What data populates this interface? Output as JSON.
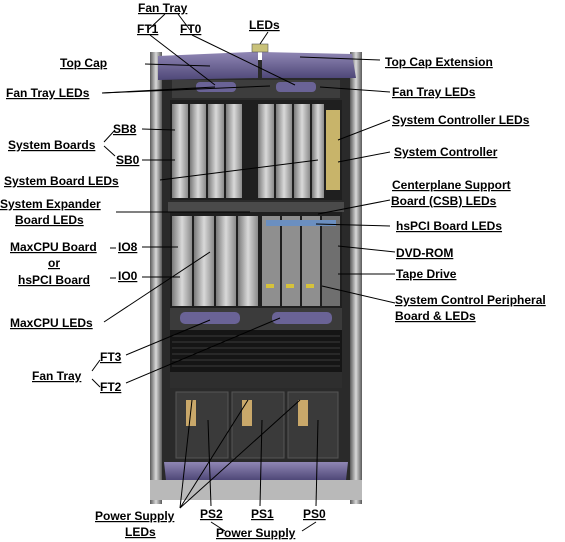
{
  "labels": {
    "fan_tray_top": "Fan Tray",
    "ft1": "FT1",
    "ft0": "FT0",
    "leds_top": "LEDs",
    "top_cap": "Top Cap",
    "top_cap_extension": "Top Cap Extension",
    "fan_tray_leds_left": "Fan Tray LEDs",
    "fan_tray_leds_right": "Fan Tray LEDs",
    "sb8": "SB8",
    "system_boards": "System Boards",
    "sb0": "SB0",
    "system_controller_leds": "System Controller LEDs",
    "system_controller": "System Controller",
    "system_board_leds": "System Board LEDs",
    "centerplane_line1": "Centerplane Support",
    "centerplane_line2": "Board (CSB) LEDs",
    "sys_expander_line1": "System Expander",
    "sys_expander_line2": "Board LEDs",
    "hspci_board_leds": "hsPCI Board LEDs",
    "maxcpu_board": "MaxCPU Board",
    "io8": "IO8",
    "or": "or",
    "dvd_rom": "DVD-ROM",
    "hspci_board": "hsPCI Board",
    "io0": "IO0",
    "tape_drive": "Tape Drive",
    "sys_ctrl_periph_line1": "System Control Peripheral",
    "sys_ctrl_periph_line2": "Board & LEDs",
    "maxcpu_leds": "MaxCPU LEDs",
    "ft3": "FT3",
    "fan_tray_bottom": "Fan Tray",
    "ft2": "FT2",
    "power_supply_leds_line1": "Power Supply",
    "power_supply_leds_line2": "LEDs",
    "ps2": "PS2",
    "ps1": "PS1",
    "ps0": "PS0",
    "power_supply": "Power Supply"
  }
}
